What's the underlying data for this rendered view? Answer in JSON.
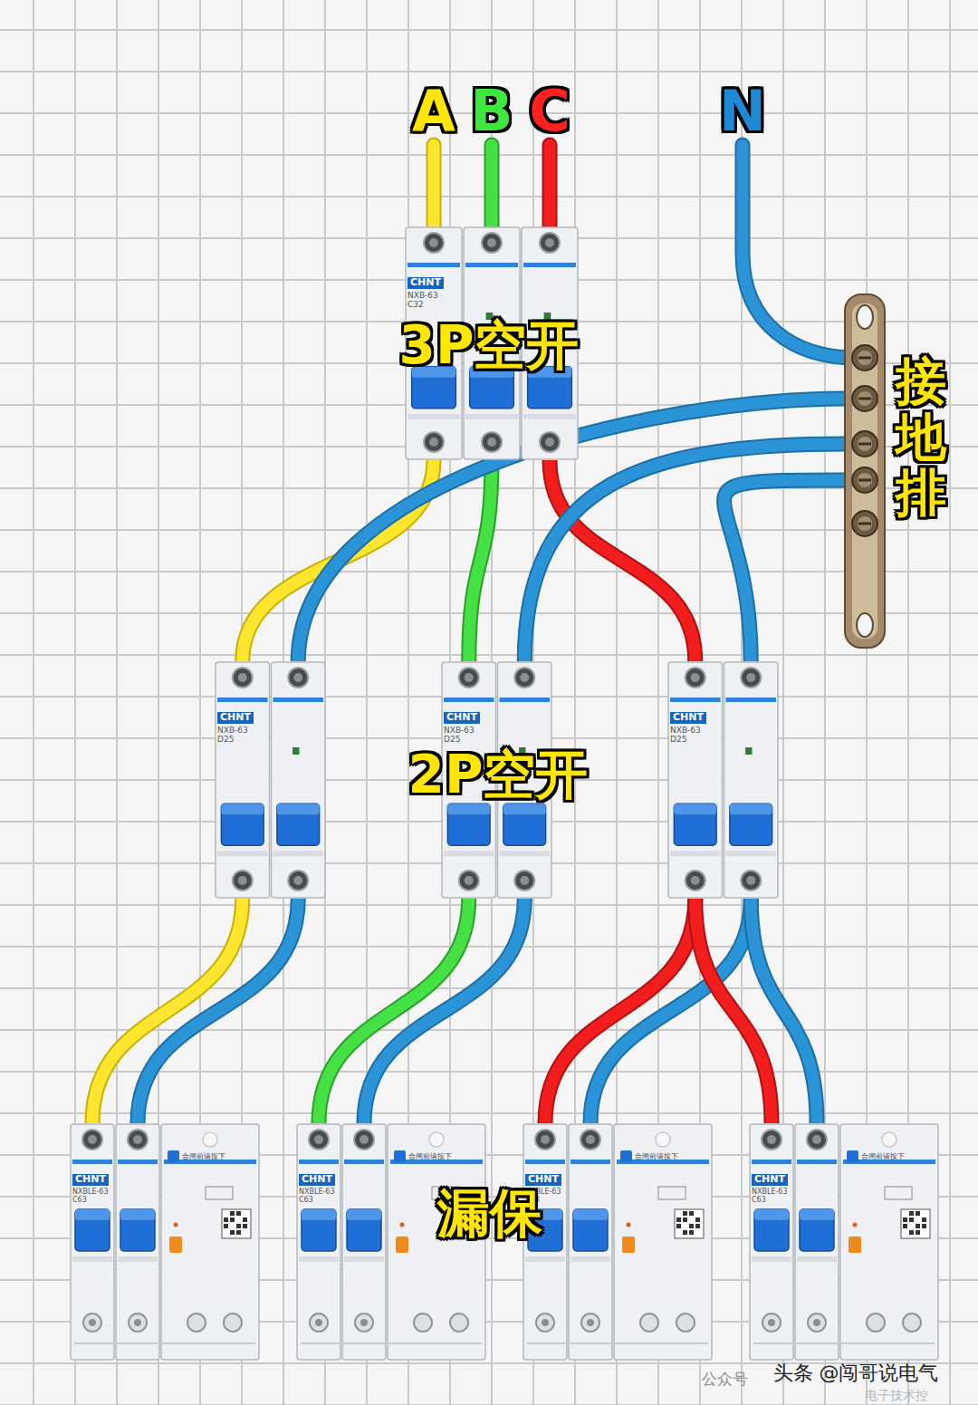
{
  "diagram": {
    "nodes": [
      {
        "text": [
          "CHNT",
          "NXB-63",
          "C32"
        ]
      },
      {
        "text": [
          "接地排"
        ]
      },
      {
        "text": [
          "CHNT",
          "NXB-63",
          "D25"
        ]
      },
      {
        "text": [
          "CHNT",
          "NXB-63",
          "D25"
        ]
      },
      {
        "text": [
          "CHNT",
          "NXB-63",
          "D25"
        ]
      },
      {
        "text": [
          "CHNT",
          "NXBLE-63",
          "C63",
          "合闸前请按下"
        ]
      },
      {
        "text": [
          "CHNT",
          "NXBLE-63",
          "C63",
          "合闸前请按下"
        ]
      },
      {
        "text": [
          "CHNT",
          "NXBLE-63",
          "C63",
          "合闸前请按下"
        ]
      },
      {
        "text": [
          "CHNT",
          "NXBLE-63",
          "C63",
          "合闸前请按下"
        ]
      }
    ],
    "edges": [
      {
        "from": 0,
        "to": 2,
        "arrow": "none"
      },
      {
        "from": 0,
        "to": 3,
        "arrow": "none"
      },
      {
        "from": 0,
        "to": 4,
        "arrow": "none"
      },
      {
        "from": 1,
        "to": 2,
        "arrow": "none"
      },
      {
        "from": 1,
        "to": 3,
        "arrow": "none"
      },
      {
        "from": 1,
        "to": 4,
        "arrow": "none"
      },
      {
        "from": 2,
        "to": 5,
        "arrow": "none"
      },
      {
        "from": 2,
        "to": 5,
        "arrow": "none"
      },
      {
        "from": 3,
        "to": 6,
        "arrow": "none"
      },
      {
        "from": 3,
        "to": 6,
        "arrow": "none"
      },
      {
        "from": 4,
        "to": 7,
        "arrow": "none"
      },
      {
        "from": 4,
        "to": 7,
        "arrow": "none"
      },
      {
        "from": 4,
        "to": 8,
        "arrow": "none"
      },
      {
        "from": 4,
        "to": 8,
        "arrow": "none"
      }
    ],
    "labels": [
      "A",
      "B",
      "C",
      "N",
      "3P空开",
      "2P空开",
      "漏保",
      "公众号",
      "头条 @闯哥说电气",
      "电子技术控"
    ]
  }
}
